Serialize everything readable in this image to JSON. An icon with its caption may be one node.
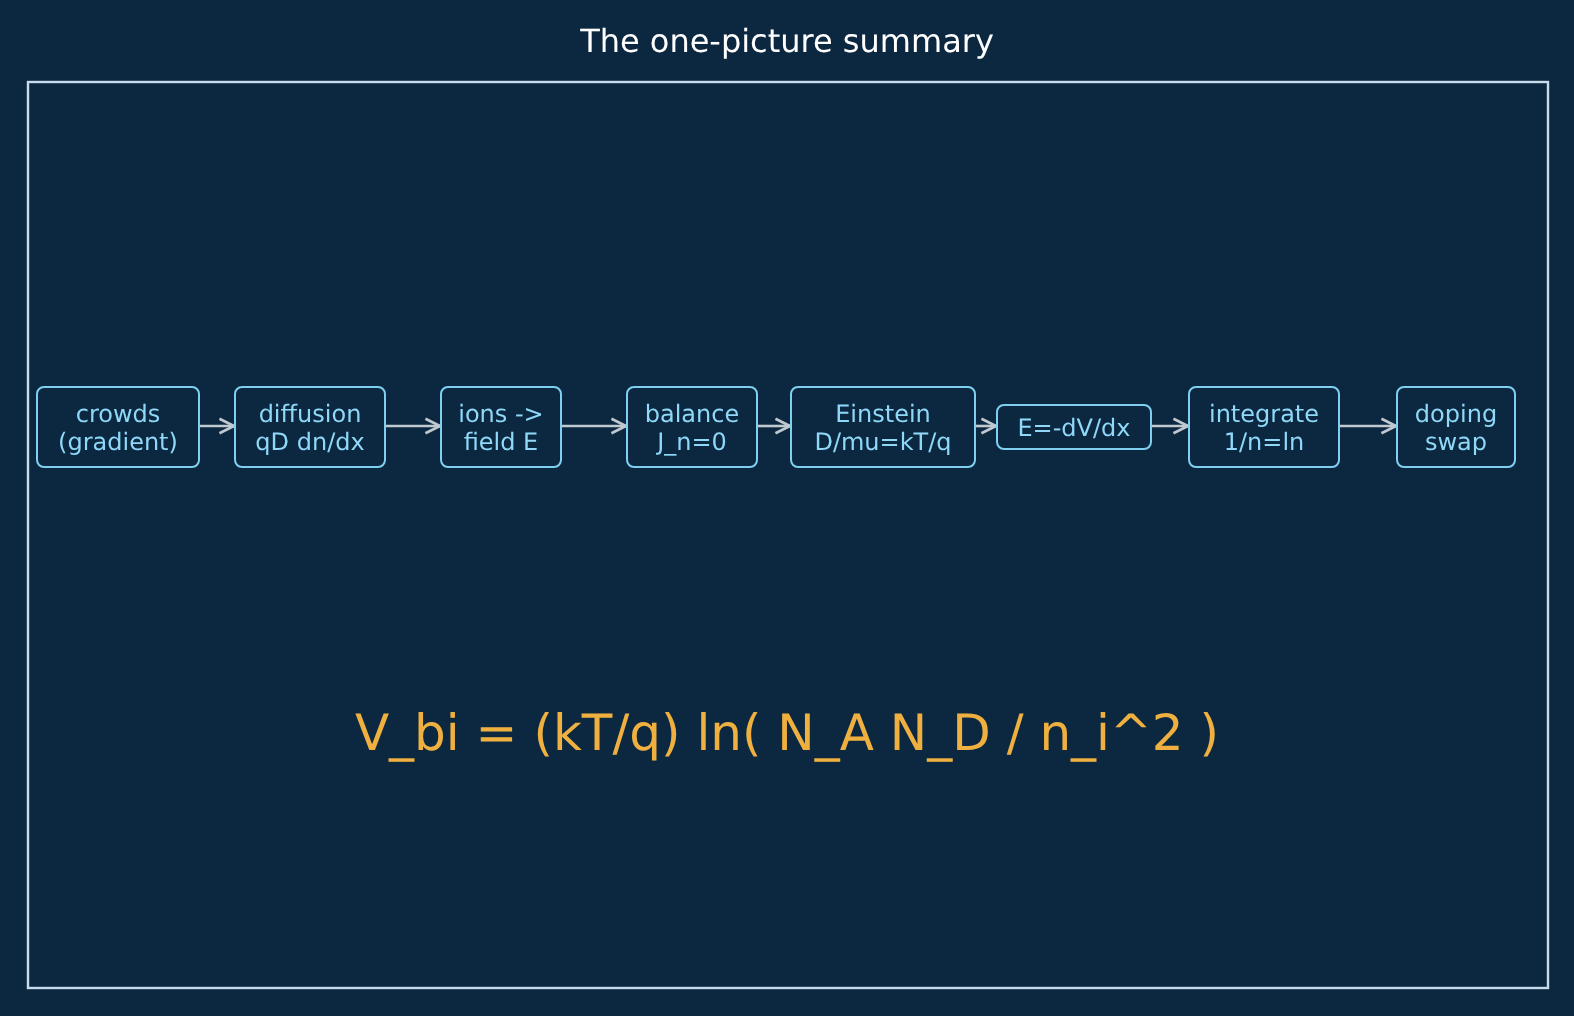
{
  "diagram": {
    "title": "The one-picture summary",
    "nodes": [
      {
        "text": [
          "crowds (gradient)"
        ]
      },
      {
        "text": [
          "diffusion qD dn/dx"
        ]
      },
      {
        "text": [
          "ions -> field E"
        ]
      },
      {
        "text": [
          "balance J_n=0"
        ]
      },
      {
        "text": [
          "Einstein D/mu=kT/q"
        ]
      },
      {
        "text": [
          "E=-dV/dx"
        ]
      },
      {
        "text": [
          "integrate 1/n=ln"
        ]
      },
      {
        "text": [
          "doping swap"
        ]
      }
    ],
    "edges": [
      {
        "from": 0,
        "to": 1,
        "arrow": "to"
      },
      {
        "from": 1,
        "to": 2,
        "arrow": "to"
      },
      {
        "from": 2,
        "to": 3,
        "arrow": "to"
      },
      {
        "from": 3,
        "to": 4,
        "arrow": "to"
      },
      {
        "from": 4,
        "to": 5,
        "arrow": "to"
      },
      {
        "from": 5,
        "to": 6,
        "arrow": "to"
      },
      {
        "from": 6,
        "to": 7,
        "arrow": "to"
      }
    ],
    "labels": [
      "V_bi = (kT/q) ln( N_A N_D / n_i^2 )"
    ]
  }
}
